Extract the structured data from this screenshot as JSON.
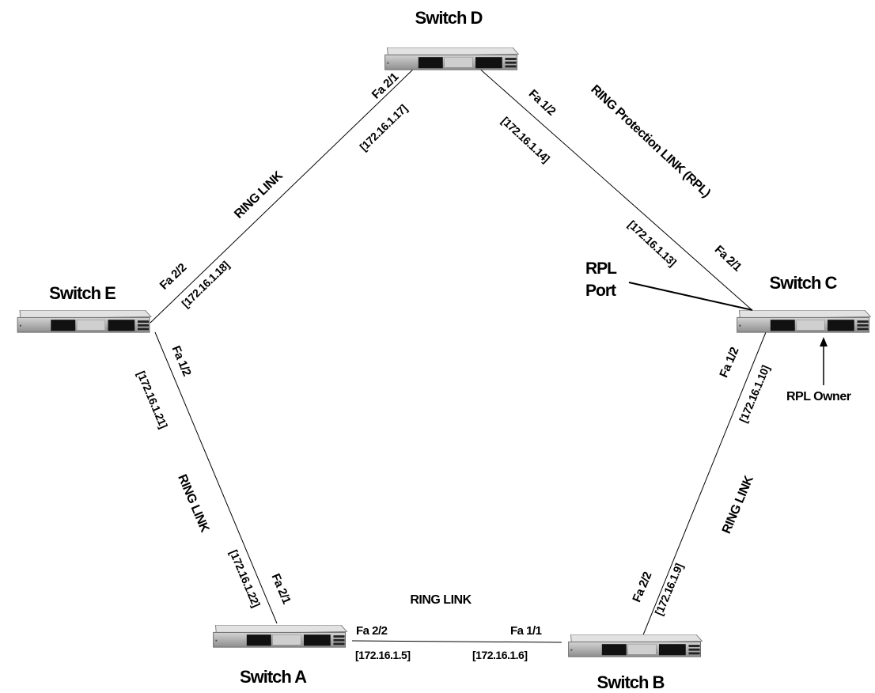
{
  "switches": {
    "a": {
      "name": "Switch A"
    },
    "b": {
      "name": "Switch B"
    },
    "c": {
      "name": "Switch C"
    },
    "d": {
      "name": "Switch D"
    },
    "e": {
      "name": "Switch E"
    }
  },
  "links": {
    "de": {
      "label": "RING LINK",
      "port_d": "Fa 2/1",
      "ip_d": "[172.16.1.17]",
      "port_e": "Fa 2/2",
      "ip_e": "[172.16.1.18]"
    },
    "dc": {
      "label": "RING Protection LINK (RPL)",
      "port_d": "Fa 1/2",
      "ip_d": "[172.16.1.14]",
      "port_c": "Fa 2/1",
      "ip_c": "[172.16.1.13]"
    },
    "ea": {
      "label": "RING LINK",
      "port_e": "Fa 1/2",
      "ip_e": "[172.16.1.21]",
      "port_a": "Fa 2/1",
      "ip_a": "[172.16.1.22]"
    },
    "cb": {
      "label": "RING LINK",
      "port_c": "Fa 1/2",
      "ip_c": "[172.16.1.10]",
      "port_b": "Fa 2/2",
      "ip_b": "[172.16.1.9]"
    },
    "ab": {
      "label": "RING LINK",
      "port_a": "Fa 2/2",
      "ip_a": "[172.16.1.5]",
      "port_b": "Fa 1/1",
      "ip_b": "[172.16.1.6]"
    }
  },
  "annotations": {
    "rpl_port_line1": "RPL",
    "rpl_port_line2": "Port",
    "rpl_owner": "RPL Owner"
  }
}
